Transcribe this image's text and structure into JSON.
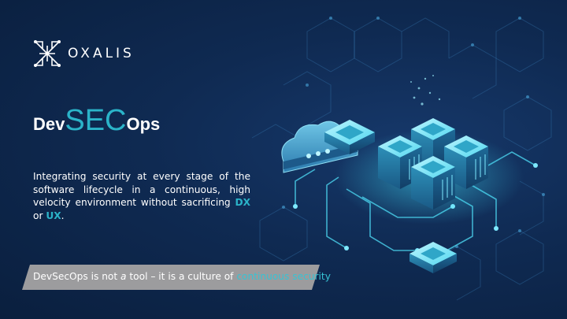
{
  "brand": {
    "name": "OXALIS"
  },
  "title": {
    "prefix": "Dev",
    "emphasis": "SEC",
    "suffix": "Ops"
  },
  "description": {
    "text": "Integrating security at every stage of the software lifecycle in a continuous, high velocity environment without sacrificing ",
    "highlight1": "DX",
    "connector": " or ",
    "highlight2": "UX",
    "end": "."
  },
  "banner": {
    "part1": "DevSecOps is not ",
    "emphasis": "a",
    "part2": " tool – it is a culture of ",
    "highlight": "continuous security"
  },
  "colors": {
    "background": "#0d2447",
    "accent": "#2bb4c9",
    "banner": "#9c9c9e",
    "text": "#ffffff"
  },
  "icons": [
    "oxalis-logo-icon",
    "cloud-icon",
    "server-icon",
    "circuit-lines"
  ]
}
